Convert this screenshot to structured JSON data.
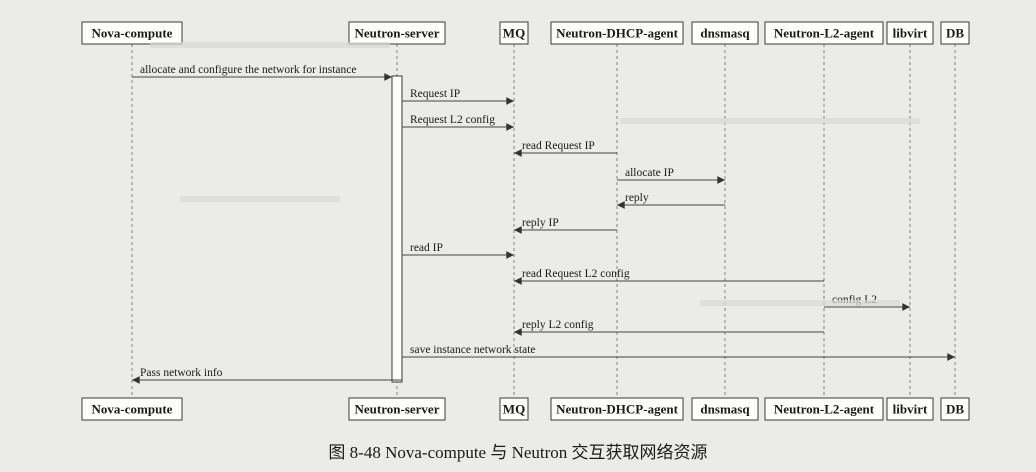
{
  "participants": [
    {
      "id": "nova",
      "label": "Nova-compute"
    },
    {
      "id": "nserver",
      "label": "Neutron-server"
    },
    {
      "id": "mq",
      "label": "MQ"
    },
    {
      "id": "dhcp",
      "label": "Neutron-DHCP-agent"
    },
    {
      "id": "dnsmasq",
      "label": "dnsmasq"
    },
    {
      "id": "l2",
      "label": "Neutron-L2-agent"
    },
    {
      "id": "libvirt",
      "label": "libvirt"
    },
    {
      "id": "db",
      "label": "DB"
    }
  ],
  "messages": [
    {
      "from": "nova",
      "to": "nserver",
      "label": "allocate and configure the network for instance"
    },
    {
      "from": "nserver",
      "to": "mq",
      "label": "Request IP"
    },
    {
      "from": "nserver",
      "to": "mq",
      "label": "Request L2 config"
    },
    {
      "from": "dhcp",
      "to": "mq",
      "label": "read Request IP"
    },
    {
      "from": "dhcp",
      "to": "dnsmasq",
      "label": "allocate IP"
    },
    {
      "from": "dnsmasq",
      "to": "dhcp",
      "label": "reply"
    },
    {
      "from": "dhcp",
      "to": "mq",
      "label": "reply IP"
    },
    {
      "from": "nserver",
      "to": "mq",
      "label": "read IP"
    },
    {
      "from": "l2",
      "to": "mq",
      "label": "read Request L2 config"
    },
    {
      "from": "l2",
      "to": "libvirt",
      "label": "config L2"
    },
    {
      "from": "l2",
      "to": "mq",
      "label": "reply L2 config"
    },
    {
      "from": "nserver",
      "to": "db",
      "label": "save instance network state"
    },
    {
      "from": "nserver",
      "to": "nova",
      "label": "Pass network info"
    }
  ],
  "caption": "图 8-48    Nova-compute 与 Neutron 交互获取网络资源"
}
